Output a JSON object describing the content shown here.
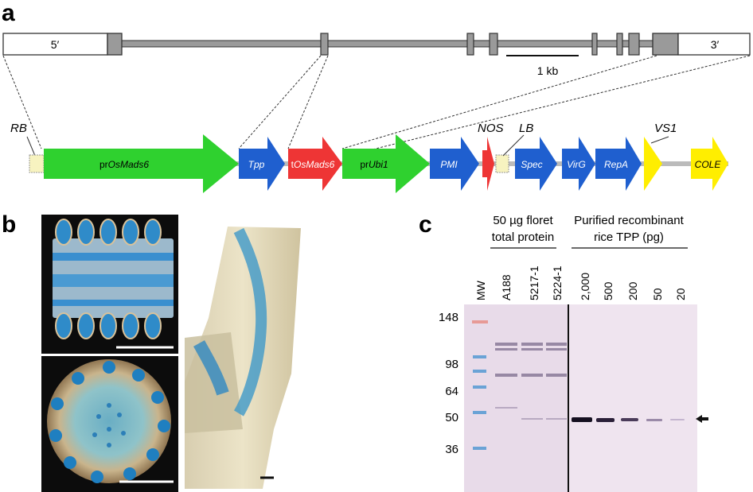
{
  "panels": {
    "a": "a",
    "b": "b",
    "c": "c"
  },
  "gene_map": {
    "five_prime": "5′",
    "three_prime": "3′",
    "scale_bar": "1 kb"
  },
  "construct": {
    "rb": "RB",
    "elements": [
      {
        "prefix": "pr",
        "italic": "OsMads6",
        "color": "#2fd12f",
        "text_color": "#111111"
      },
      {
        "prefix": "",
        "italic": "Tpp",
        "color": "#1f5fcf",
        "text_color": "#ffffff"
      },
      {
        "prefix": "t",
        "italic": "OsMads6",
        "color": "#ee3535",
        "text_color": "#ffffff"
      },
      {
        "prefix": "pr",
        "italic": "Ubi1",
        "color": "#2fd12f",
        "text_color": "#111111"
      },
      {
        "prefix": "",
        "italic": "PMI",
        "color": "#1f5fcf",
        "text_color": "#ffffff"
      },
      {
        "prefix": "",
        "italic": "Spec",
        "color": "#1f5fcf",
        "text_color": "#ffffff"
      },
      {
        "prefix": "",
        "italic": "VirG",
        "color": "#1f5fcf",
        "text_color": "#ffffff"
      },
      {
        "prefix": "",
        "italic": "RepA",
        "color": "#1f5fcf",
        "text_color": "#ffffff"
      },
      {
        "prefix": "",
        "italic": "COLE",
        "color": "#ffee00",
        "text_color": "#111111"
      }
    ],
    "nos": "NOS",
    "lb": "LB",
    "vs1": "VS1"
  },
  "western": {
    "header_left": [
      "50 µg floret",
      "total protein"
    ],
    "header_right": [
      "Purified recombinant",
      "rice TPP (pg)"
    ],
    "mw_label": "MW",
    "lanes_left": [
      "A188",
      "5217-1",
      "5224-1"
    ],
    "lanes_right": [
      "2,000",
      "500",
      "200",
      "50",
      "20"
    ],
    "mw_markers": [
      "148",
      "98",
      "64",
      "50",
      "36"
    ]
  }
}
